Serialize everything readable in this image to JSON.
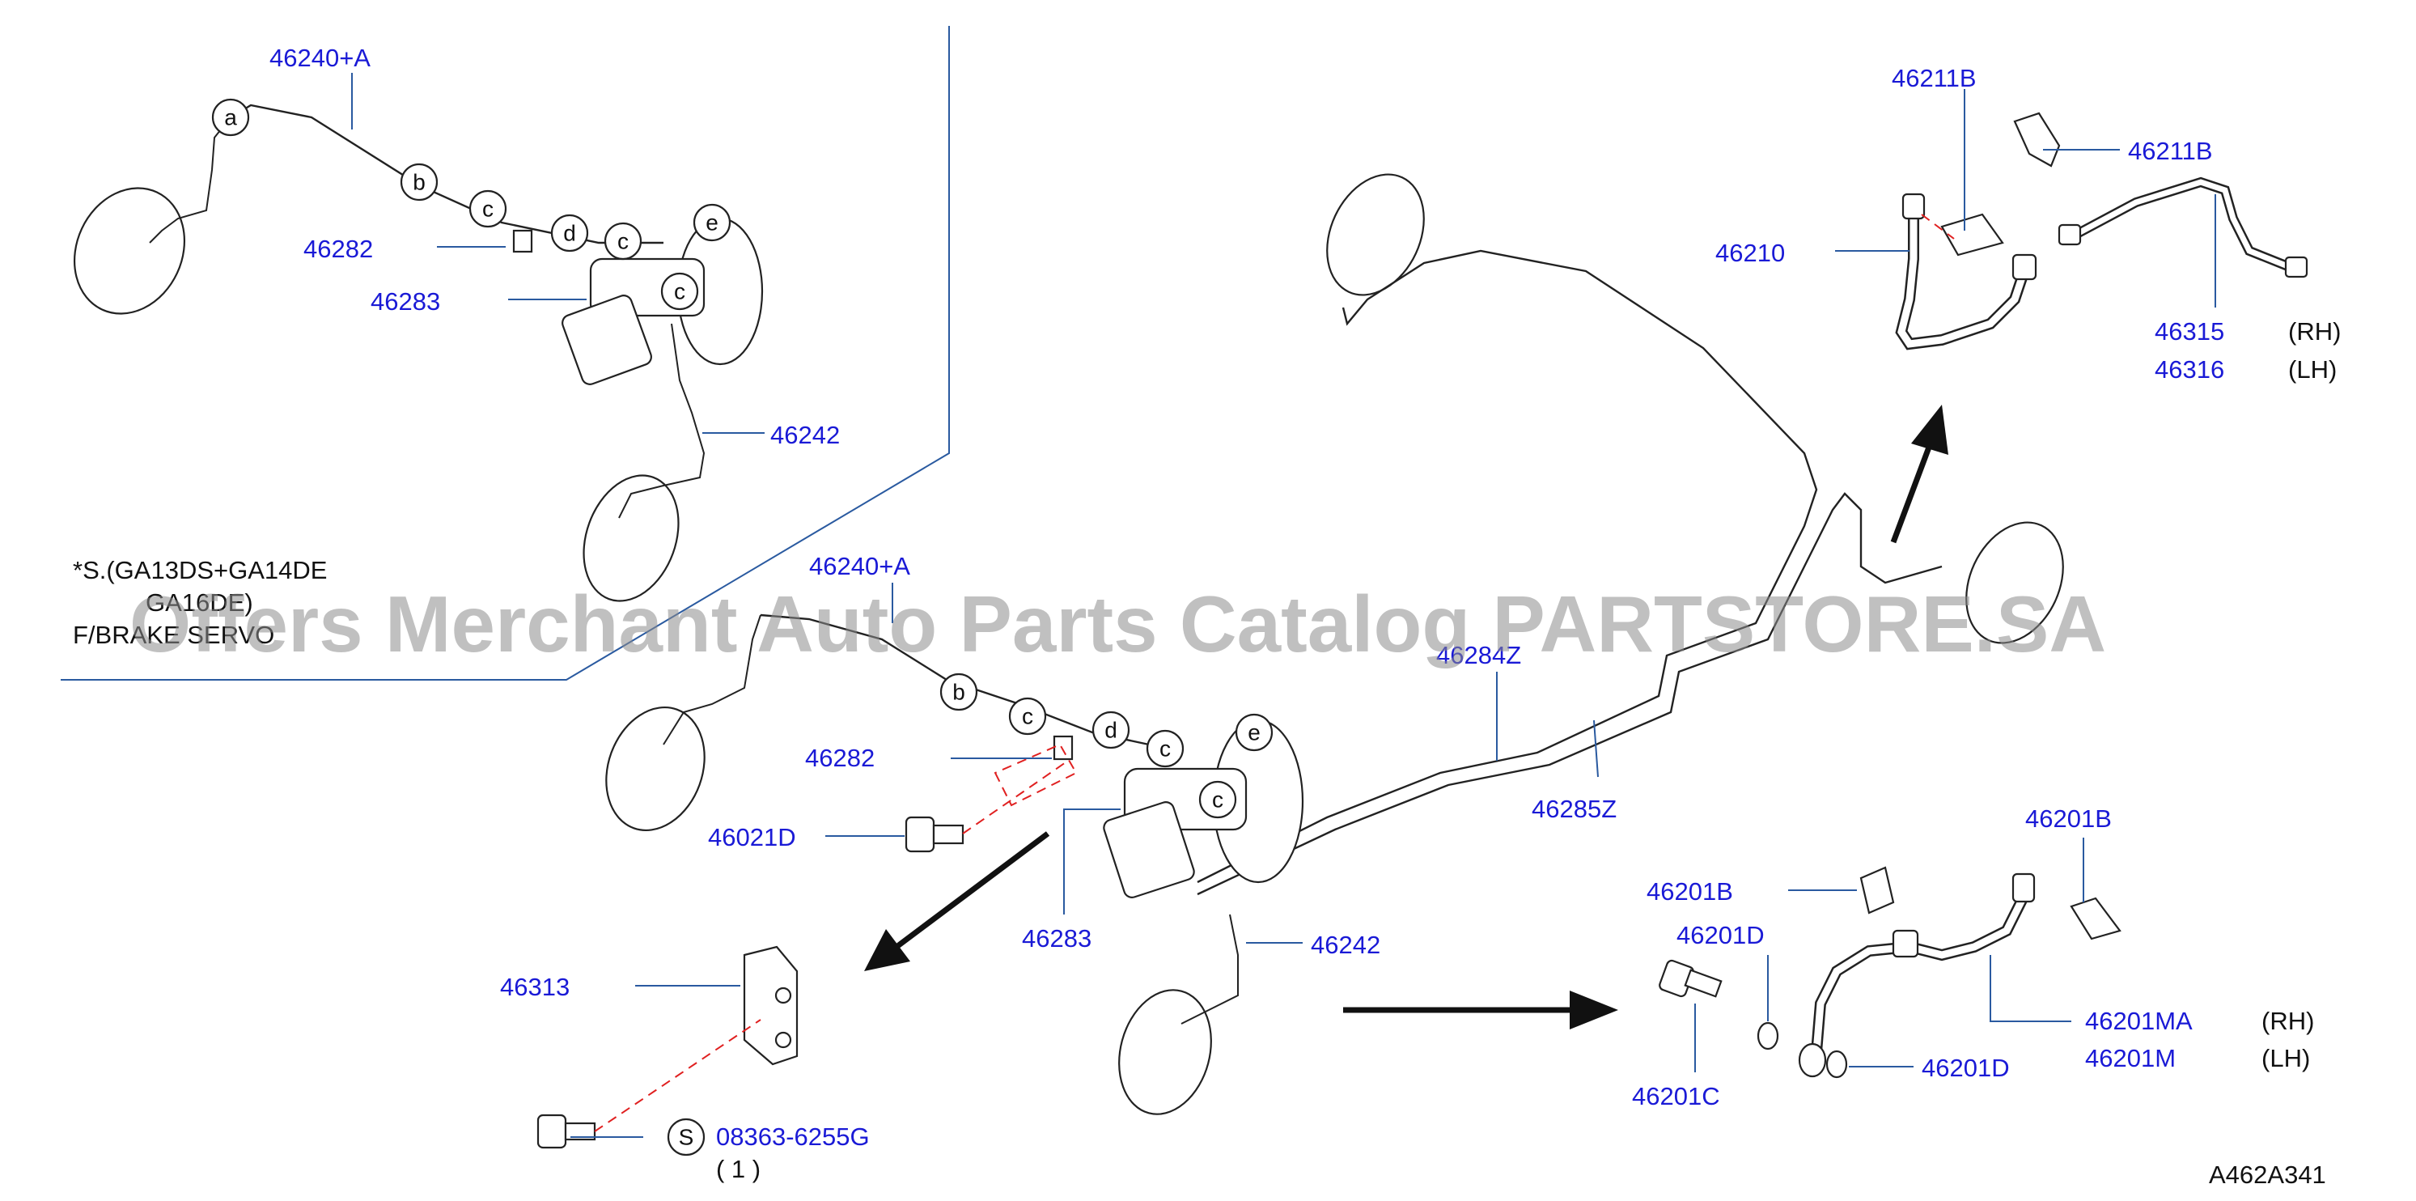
{
  "diagram_id": "A462A341",
  "watermark": "Offers Merchant Auto Parts Catalog PARTSTORE.SA",
  "inset_note": {
    "line1": "*S.(GA13DS+GA14DE",
    "line2": "GA16DE)",
    "line3": "F/BRAKE SERVO"
  },
  "callouts": [
    "a",
    "b",
    "c",
    "d",
    "e"
  ],
  "labels": {
    "p46240A_top": "46240+A",
    "p46282_top": "46282",
    "p46283_top": "46283",
    "p46242_top": "46242",
    "p46240A_main": "46240+A",
    "p46282_main": "46282",
    "p46021D": "46021D",
    "p46283_main": "46283",
    "p46242_main": "46242",
    "p46284Z": "46284Z",
    "p46285Z": "46285Z",
    "p46313": "46313",
    "p08363": "08363-6255G",
    "p08363_qty": "( 1 )",
    "s_mark": "S",
    "p46211B_a": "46211B",
    "p46211B_b": "46211B",
    "p46210": "46210",
    "p46315": "46315",
    "p46316": "46316",
    "p46201B_a": "46201B",
    "p46201B_b": "46201B",
    "p46201D_a": "46201D",
    "p46201D_b": "46201D",
    "p46201C": "46201C",
    "p46201MA": "46201MA",
    "p46201M": "46201M",
    "rh_1": "(RH)",
    "lh_1": "(LH)",
    "rh_2": "(RH)",
    "lh_2": "(LH)"
  },
  "colors": {
    "part_number": "#1a1ad6",
    "leader": "#2a5aa0",
    "dashed_guide": "#e02020",
    "drawing": "#222222"
  }
}
